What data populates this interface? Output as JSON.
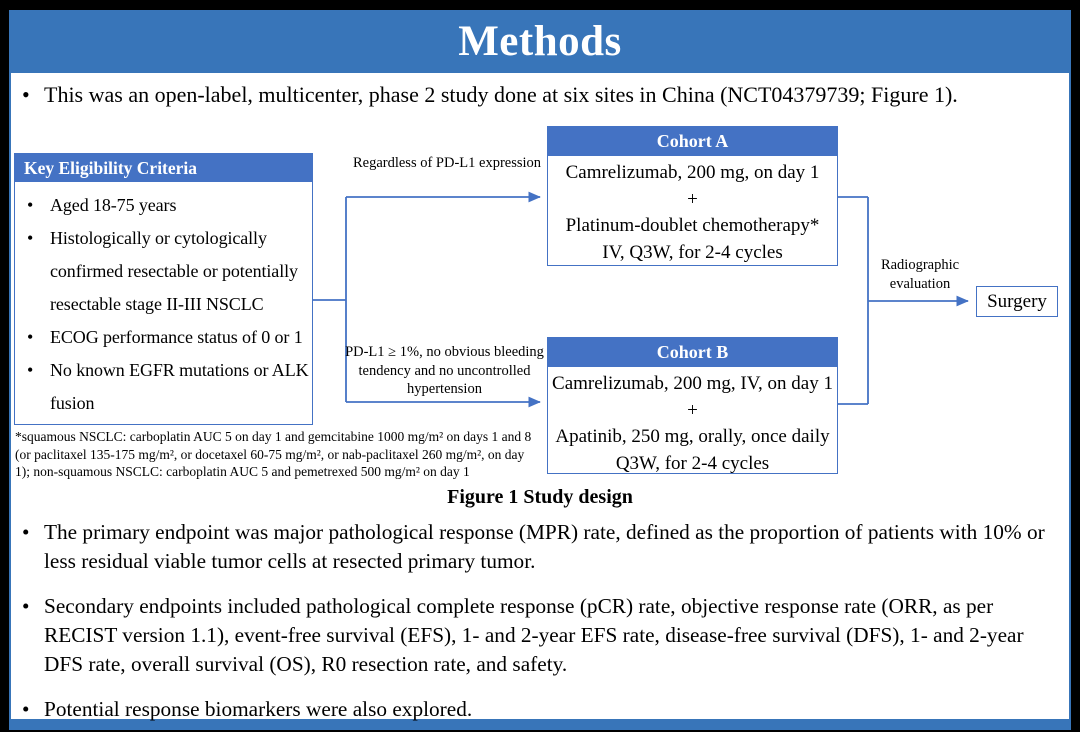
{
  "slide": {
    "title": "Methods",
    "intro": "This was an open-label, multicenter, phase 2 study done at six sites in China (NCT04379739; Figure 1).",
    "figure": {
      "eligibility": {
        "header": "Key Eligibility Criteria",
        "items": [
          "Aged 18-75 years",
          "Histologically or cytologically confirmed resectable or potentially resectable stage II-III NSCLC",
          "ECOG performance status of 0 or 1",
          "No known EGFR mutations or ALK fusion"
        ]
      },
      "branch_a_label": "Regardless of PD-L1 expression",
      "branch_b_label": "PD-L1 ≥ 1%, no obvious bleeding tendency and no uncontrolled hypertension",
      "cohort_a": {
        "header": "Cohort A",
        "lines": [
          "Camrelizumab, 200 mg, on day 1",
          "+",
          "Platinum-doublet chemotherapy*",
          "IV, Q3W, for 2-4 cycles"
        ]
      },
      "cohort_b": {
        "header": "Cohort B",
        "lines": [
          "Camrelizumab, 200 mg, IV, on day 1",
          "+",
          "Apatinib, 250 mg, orally, once daily",
          "Q3W, for 2-4 cycles"
        ]
      },
      "radiographic_label": "Radiographic evaluation",
      "surgery_label": "Surgery",
      "footnote": "*squamous NSCLC: carboplatin AUC 5 on day 1 and gemcitabine 1000 mg/m² on days 1 and 8 (or paclitaxel 135-175 mg/m², or docetaxel 60-75 mg/m², or nab-paclitaxel 260 mg/m², on day 1); non-squamous NSCLC: carboplatin AUC 5 and pemetrexed 500 mg/m² on day 1",
      "caption": "Figure 1 Study design"
    },
    "endpoint_bullets": [
      "The primary endpoint was major pathological response (MPR) rate, defined as the proportion of patients with 10% or less residual viable tumor cells at resected primary tumor.",
      "Secondary endpoints included pathological complete response (pCR) rate, objective response rate (ORR, as per RECIST version 1.1), event-free survival (EFS), 1- and 2-year EFS rate, disease-free survival (DFS), 1- and 2-year DFS rate, overall survival (OS), R0 resection rate, and safety.",
      "Potential response biomarkers were also explored."
    ],
    "colors": {
      "band_blue": "#3875B9",
      "box_blue": "#4472C4",
      "text_black": "#000000",
      "background_white": "#ffffff"
    }
  }
}
